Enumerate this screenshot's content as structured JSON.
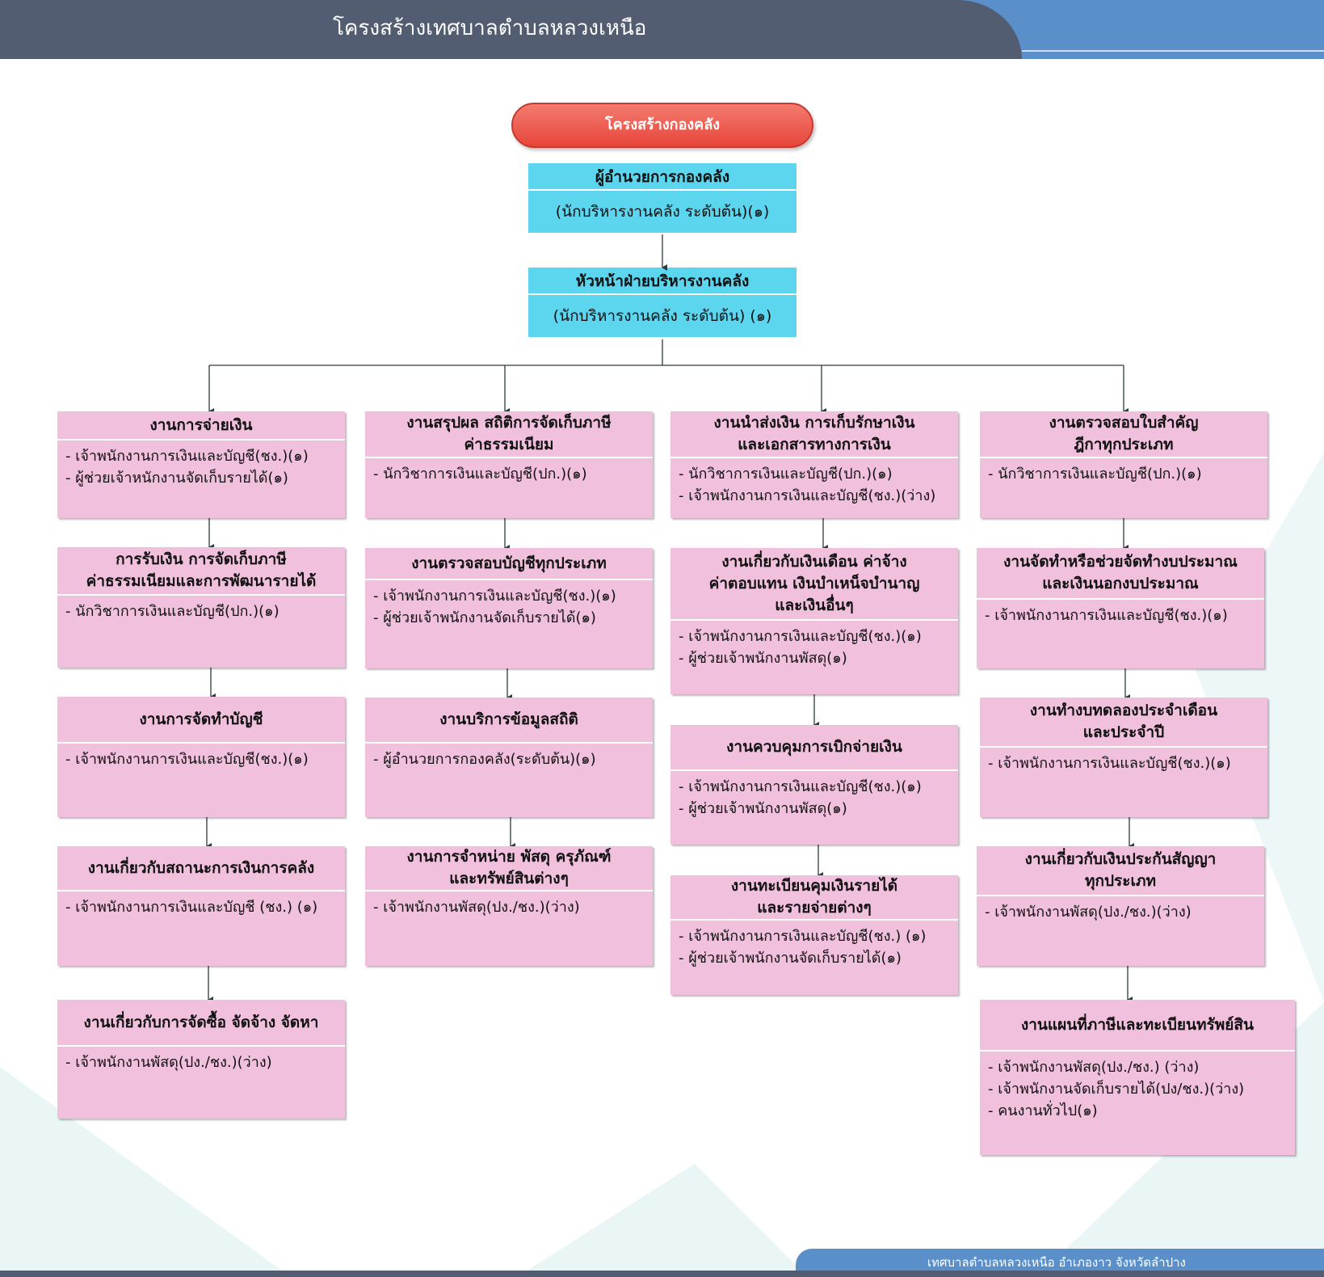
{
  "header": {
    "title": "โครงสร้างเทศบาลตำบลหลวงเหนือ"
  },
  "footer": {
    "text": "เทศบาลตำบลหลวงเหนือ อำเภองาว จังหวัดลำปาง"
  },
  "department": {
    "label": "โครงสร้างกองคลัง"
  },
  "director": {
    "title": "ผู้อำนวยการกองคลัง",
    "subtitle": "(นักบริหารงานคลัง ระดับต้น)(๑)"
  },
  "head": {
    "title": "หัวหน้าฝ่ายบริหารงานคลัง",
    "subtitle": "(นักบริหารงานคลัง ระดับต้น) (๑)"
  },
  "boxes": [
    {
      "id": "c1b1",
      "title": [
        "งานการจ่ายเงิน"
      ],
      "items": [
        "- เจ้าพนักงานการเงินและบัญชี(ชง.)(๑)",
        "- ผู้ช่วยเจ้าหนักงานจัดเก็บรายได้(๑)"
      ]
    },
    {
      "id": "c1b2",
      "title": [
        "การรับเงิน การจัดเก็บภาษี",
        "ค่าธรรมเนียมและการพัฒนารายได้"
      ],
      "items": [
        "- นักวิชาการเงินและบัญชี(ปก.)(๑)"
      ]
    },
    {
      "id": "c1b3",
      "title": [
        "งานการจัดทำบัญชี"
      ],
      "items": [
        "- เจ้าพนักงานการเงินและบัญชี(ชง.)(๑)"
      ]
    },
    {
      "id": "c1b4",
      "title": [
        "งานเกี่ยวกับสถานะการเงินการคลัง"
      ],
      "items": [
        "- เจ้าพนักงานการเงินและบัญชี (ชง.) (๑)"
      ]
    },
    {
      "id": "c1b5",
      "title": [
        "งานเกี่ยวกับการจัดซื้อ จัดจ้าง จัดหา"
      ],
      "items": [
        "- เจ้าพนักงานพัสดุ(ปง./ชง.)(ว่าง)"
      ]
    },
    {
      "id": "c2b1",
      "title": [
        "งานสรุปผล สถิติการจัดเก็บภาษี",
        "ค่าธรรมเนียม"
      ],
      "items": [
        "- นักวิชาการเงินและบัญชี(ปก.)(๑)"
      ]
    },
    {
      "id": "c2b2",
      "title": [
        "งานตรวจสอบบัญชีทุกประเภท"
      ],
      "items": [
        "- เจ้าพนักงานการเงินและบัญชี(ชง.)(๑)",
        "- ผู้ช่วยเจ้าพนักงานจัดเก็บรายได้(๑)"
      ]
    },
    {
      "id": "c2b3",
      "title": [
        "งานบริการข้อมูลสถิติ"
      ],
      "items": [
        "- ผู้อำนวยการกองคลัง(ระดับต้น)(๑)"
      ]
    },
    {
      "id": "c2b4",
      "title": [
        "งานการจำหน่าย พัสดุ ครุภัณฑ์",
        "และทรัพย์สินต่างๆ"
      ],
      "items": [
        "- เจ้าพนักงานพัสดุ(ปง./ชง.)(ว่าง)"
      ]
    },
    {
      "id": "c3b1",
      "title": [
        "งานนำส่งเงิน การเก็บรักษาเงิน",
        "และเอกสารทางการเงิน"
      ],
      "items": [
        "- นักวิชาการเงินและบัญชี(ปก.)(๑)",
        "- เจ้าพนักงานการเงินและบัญชี(ชง.)(ว่าง)"
      ]
    },
    {
      "id": "c3b2",
      "title": [
        "งานเกี่ยวกับเงินเดือน ค่าจ้าง",
        "ค่าตอบแทน เงินบำเหน็จบำนาญ",
        "และเงินอื่นๆ"
      ],
      "items": [
        "- เจ้าพนักงานการเงินและบัญชี(ชง.)(๑)",
        "- ผู้ช่วยเจ้าพนักงานพัสดุ(๑)"
      ]
    },
    {
      "id": "c3b3",
      "title": [
        "งานควบคุมการเบิกจ่ายเงิน"
      ],
      "items": [
        "- เจ้าพนักงานการเงินและบัญชี(ชง.)(๑)",
        "- ผู้ช่วยเจ้าพนักงานพัสดุ(๑)"
      ]
    },
    {
      "id": "c3b4",
      "title": [
        "งานทะเบียนคุมเงินรายได้",
        "และรายจ่ายต่างๆ"
      ],
      "items": [
        "- เจ้าพนักงานการเงินและบัญชี(ชง.) (๑)",
        "- ผู้ช่วยเจ้าพนักงานจัดเก็บรายได้(๑)"
      ]
    },
    {
      "id": "c4b1",
      "title": [
        "งานตรวจสอบใบสำคัญ",
        "ฎีกาทุกประเภท"
      ],
      "items": [
        "- นักวิชาการเงินและบัญชี(ปก.)(๑)"
      ]
    },
    {
      "id": "c4b2",
      "title": [
        "งานจัดทำหรือช่วยจัดทำงบประมาณ",
        "และเงินนอกงบประมาณ"
      ],
      "items": [
        "- เจ้าพนักงานการเงินและบัญชี(ชง.)(๑)"
      ]
    },
    {
      "id": "c4b3",
      "title": [
        "งานทำงบทดลองประจำเดือน",
        "และประจำปี"
      ],
      "items": [
        "- เจ้าพนักงานการเงินและบัญชี(ชง.)(๑)"
      ]
    },
    {
      "id": "c4b4",
      "title": [
        "งานเกี่ยวกับเงินประกันสัญญา",
        "ทุกประเภท"
      ],
      "items": [
        "- เจ้าพนักงานพัสดุ(ปง./ชง.)(ว่าง)"
      ]
    },
    {
      "id": "c4b5",
      "title": [
        "งานแผนที่ภาษีและทะเบียนทรัพย์สิน"
      ],
      "items": [
        "- เจ้าพนักงานพัสดุ(ปง./ชง.) (ว่าง)",
        "- เจ้าพนักงานจัดเก็บรายได้(ปง/ชง.)(ว่าง)",
        "- คนงานทั่วไป(๑)"
      ]
    }
  ]
}
